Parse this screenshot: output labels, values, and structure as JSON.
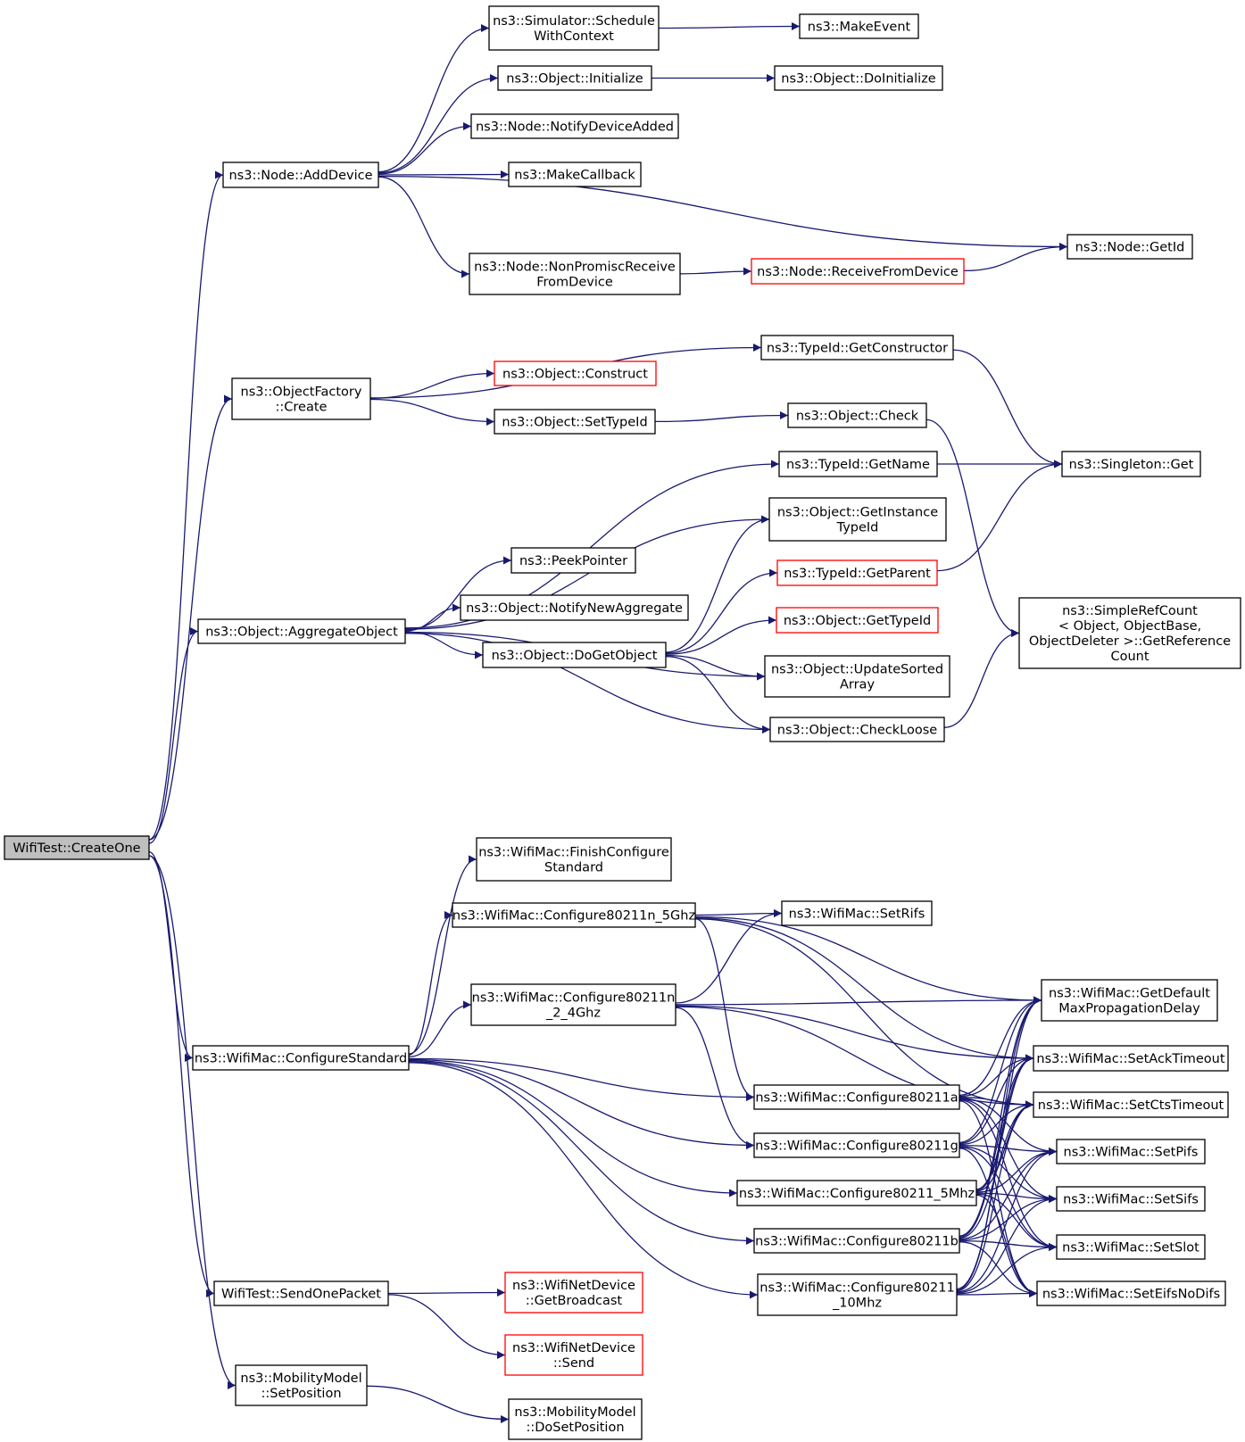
{
  "diagram": {
    "nodes": [
      {
        "id": "root",
        "lines": [
          "WifiTest::CreateOne"
        ],
        "style": "root"
      },
      {
        "id": "addDevice",
        "lines": [
          "ns3::Node::AddDevice"
        ]
      },
      {
        "id": "schedCtx",
        "lines": [
          "ns3::Simulator::Schedule",
          "WithContext"
        ]
      },
      {
        "id": "makeEvent",
        "lines": [
          "ns3::MakeEvent"
        ]
      },
      {
        "id": "objInit",
        "lines": [
          "ns3::Object::Initialize"
        ]
      },
      {
        "id": "objDoInit",
        "lines": [
          "ns3::Object::DoInitialize"
        ]
      },
      {
        "id": "notifyDev",
        "lines": [
          "ns3::Node::NotifyDeviceAdded"
        ]
      },
      {
        "id": "makeCb",
        "lines": [
          "ns3::MakeCallback"
        ]
      },
      {
        "id": "getId",
        "lines": [
          "ns3::Node::GetId"
        ]
      },
      {
        "id": "nonPromisc",
        "lines": [
          "ns3::Node::NonPromiscReceive",
          "FromDevice"
        ]
      },
      {
        "id": "recvFromDev",
        "lines": [
          "ns3::Node::ReceiveFromDevice"
        ],
        "style": "red"
      },
      {
        "id": "ofCreate",
        "lines": [
          "ns3::ObjectFactory",
          "::Create"
        ]
      },
      {
        "id": "getCtor",
        "lines": [
          "ns3::TypeId::GetConstructor"
        ]
      },
      {
        "id": "objConstruct",
        "lines": [
          "ns3::Object::Construct"
        ],
        "style": "red"
      },
      {
        "id": "setTypeId",
        "lines": [
          "ns3::Object::SetTypeId"
        ]
      },
      {
        "id": "objCheck",
        "lines": [
          "ns3::Object::Check"
        ]
      },
      {
        "id": "singletonGet",
        "lines": [
          "ns3::Singleton::Get"
        ]
      },
      {
        "id": "typeGetName",
        "lines": [
          "ns3::TypeId::GetName"
        ]
      },
      {
        "id": "getInstTypeId",
        "lines": [
          "ns3::Object::GetInstance",
          "TypeId"
        ]
      },
      {
        "id": "peekPtr",
        "lines": [
          "ns3::PeekPointer"
        ]
      },
      {
        "id": "typeGetParent",
        "lines": [
          "ns3::TypeId::GetParent"
        ],
        "style": "red"
      },
      {
        "id": "notifyNewAgg",
        "lines": [
          "ns3::Object::NotifyNewAggregate"
        ]
      },
      {
        "id": "aggObj",
        "lines": [
          "ns3::Object::AggregateObject"
        ]
      },
      {
        "id": "objGetTypeId",
        "lines": [
          "ns3::Object::GetTypeId"
        ],
        "style": "red"
      },
      {
        "id": "refCount",
        "lines": [
          "ns3::SimpleRefCount",
          "< Object, ObjectBase,",
          " ObjectDeleter >::GetReference",
          "Count"
        ]
      },
      {
        "id": "doGetObj",
        "lines": [
          "ns3::Object::DoGetObject"
        ]
      },
      {
        "id": "updSorted",
        "lines": [
          "ns3::Object::UpdateSorted",
          "Array"
        ]
      },
      {
        "id": "checkLoose",
        "lines": [
          "ns3::Object::CheckLoose"
        ]
      },
      {
        "id": "finishCfg",
        "lines": [
          "ns3::WifiMac::FinishConfigure",
          "Standard"
        ]
      },
      {
        "id": "cfgN5",
        "lines": [
          "ns3::WifiMac::Configure80211n_5Ghz"
        ]
      },
      {
        "id": "setRifs",
        "lines": [
          "ns3::WifiMac::SetRifs"
        ]
      },
      {
        "id": "cfgN24",
        "lines": [
          "ns3::WifiMac::Configure80211n",
          "_2_4Ghz"
        ]
      },
      {
        "id": "getDefMaxProp",
        "lines": [
          "ns3::WifiMac::GetDefault",
          "MaxPropagationDelay"
        ]
      },
      {
        "id": "cfgStd",
        "lines": [
          "ns3::WifiMac::ConfigureStandard"
        ]
      },
      {
        "id": "setAck",
        "lines": [
          "ns3::WifiMac::SetAckTimeout"
        ]
      },
      {
        "id": "cfgA",
        "lines": [
          "ns3::WifiMac::Configure80211a"
        ]
      },
      {
        "id": "setCts",
        "lines": [
          "ns3::WifiMac::SetCtsTimeout"
        ]
      },
      {
        "id": "cfgG",
        "lines": [
          "ns3::WifiMac::Configure80211g"
        ]
      },
      {
        "id": "setPifs",
        "lines": [
          "ns3::WifiMac::SetPifs"
        ]
      },
      {
        "id": "cfg5M",
        "lines": [
          "ns3::WifiMac::Configure80211_5Mhz"
        ]
      },
      {
        "id": "setSifs",
        "lines": [
          "ns3::WifiMac::SetSifs"
        ]
      },
      {
        "id": "cfgB",
        "lines": [
          "ns3::WifiMac::Configure80211b"
        ]
      },
      {
        "id": "setSlot",
        "lines": [
          "ns3::WifiMac::SetSlot"
        ]
      },
      {
        "id": "cfg10M",
        "lines": [
          "ns3::WifiMac::Configure80211",
          "_10Mhz"
        ]
      },
      {
        "id": "setEifs",
        "lines": [
          "ns3::WifiMac::SetEifsNoDifs"
        ]
      },
      {
        "id": "sendOne",
        "lines": [
          "WifiTest::SendOnePacket"
        ]
      },
      {
        "id": "getBcast",
        "lines": [
          "ns3::WifiNetDevice",
          "::GetBroadcast"
        ],
        "style": "red"
      },
      {
        "id": "wndSend",
        "lines": [
          "ns3::WifiNetDevice",
          "::Send"
        ],
        "style": "red"
      },
      {
        "id": "mmSetPos",
        "lines": [
          "ns3::MobilityModel",
          "::SetPosition"
        ]
      },
      {
        "id": "mmDoSetPos",
        "lines": [
          "ns3::MobilityModel",
          "::DoSetPosition"
        ]
      }
    ],
    "edges": [
      [
        "root",
        "addDevice"
      ],
      [
        "root",
        "ofCreate"
      ],
      [
        "root",
        "aggObj"
      ],
      [
        "root",
        "cfgStd"
      ],
      [
        "root",
        "sendOne"
      ],
      [
        "root",
        "mmSetPos"
      ],
      [
        "addDevice",
        "schedCtx"
      ],
      [
        "addDevice",
        "objInit"
      ],
      [
        "addDevice",
        "notifyDev"
      ],
      [
        "addDevice",
        "makeCb"
      ],
      [
        "addDevice",
        "getId"
      ],
      [
        "addDevice",
        "nonPromisc"
      ],
      [
        "schedCtx",
        "makeEvent"
      ],
      [
        "objInit",
        "objDoInit"
      ],
      [
        "nonPromisc",
        "recvFromDev"
      ],
      [
        "recvFromDev",
        "getId"
      ],
      [
        "ofCreate",
        "getCtor"
      ],
      [
        "ofCreate",
        "objConstruct"
      ],
      [
        "ofCreate",
        "setTypeId"
      ],
      [
        "setTypeId",
        "objCheck"
      ],
      [
        "getCtor",
        "singletonGet"
      ],
      [
        "objCheck",
        "refCount"
      ],
      [
        "typeGetName",
        "singletonGet"
      ],
      [
        "typeGetParent",
        "singletonGet"
      ],
      [
        "aggObj",
        "typeGetName"
      ],
      [
        "aggObj",
        "getInstTypeId"
      ],
      [
        "aggObj",
        "peekPtr"
      ],
      [
        "aggObj",
        "notifyNewAgg"
      ],
      [
        "aggObj",
        "doGetObj"
      ],
      [
        "aggObj",
        "updSorted"
      ],
      [
        "aggObj",
        "checkLoose"
      ],
      [
        "doGetObj",
        "getInstTypeId"
      ],
      [
        "doGetObj",
        "typeGetParent"
      ],
      [
        "doGetObj",
        "objGetTypeId"
      ],
      [
        "doGetObj",
        "updSorted"
      ],
      [
        "doGetObj",
        "checkLoose"
      ],
      [
        "checkLoose",
        "refCount"
      ],
      [
        "cfgStd",
        "finishCfg"
      ],
      [
        "cfgStd",
        "cfgN5"
      ],
      [
        "cfgStd",
        "cfgN24"
      ],
      [
        "cfgStd",
        "cfgA"
      ],
      [
        "cfgStd",
        "cfgG"
      ],
      [
        "cfgStd",
        "cfg5M"
      ],
      [
        "cfgStd",
        "cfgB"
      ],
      [
        "cfgStd",
        "cfg10M"
      ],
      [
        "cfgN5",
        "setRifs"
      ],
      [
        "cfgN5",
        "getDefMaxProp"
      ],
      [
        "cfgN5",
        "setAck"
      ],
      [
        "cfgN5",
        "setCts"
      ],
      [
        "cfgN5",
        "cfgA"
      ],
      [
        "cfgN24",
        "setRifs"
      ],
      [
        "cfgN24",
        "getDefMaxProp"
      ],
      [
        "cfgN24",
        "setAck"
      ],
      [
        "cfgN24",
        "setCts"
      ],
      [
        "cfgN24",
        "cfgG"
      ],
      [
        "cfgA",
        "getDefMaxProp"
      ],
      [
        "cfgA",
        "setAck"
      ],
      [
        "cfgA",
        "setCts"
      ],
      [
        "cfgA",
        "setPifs"
      ],
      [
        "cfgA",
        "setSifs"
      ],
      [
        "cfgA",
        "setSlot"
      ],
      [
        "cfgA",
        "setEifs"
      ],
      [
        "cfgG",
        "getDefMaxProp"
      ],
      [
        "cfgG",
        "setAck"
      ],
      [
        "cfgG",
        "setCts"
      ],
      [
        "cfgG",
        "setPifs"
      ],
      [
        "cfgG",
        "setSifs"
      ],
      [
        "cfgG",
        "setSlot"
      ],
      [
        "cfgG",
        "setEifs"
      ],
      [
        "cfg5M",
        "getDefMaxProp"
      ],
      [
        "cfg5M",
        "setAck"
      ],
      [
        "cfg5M",
        "setCts"
      ],
      [
        "cfg5M",
        "setPifs"
      ],
      [
        "cfg5M",
        "setSifs"
      ],
      [
        "cfg5M",
        "setSlot"
      ],
      [
        "cfg5M",
        "setEifs"
      ],
      [
        "cfgB",
        "getDefMaxProp"
      ],
      [
        "cfgB",
        "setAck"
      ],
      [
        "cfgB",
        "setCts"
      ],
      [
        "cfgB",
        "setPifs"
      ],
      [
        "cfgB",
        "setSifs"
      ],
      [
        "cfgB",
        "setSlot"
      ],
      [
        "cfgB",
        "setEifs"
      ],
      [
        "cfg10M",
        "getDefMaxProp"
      ],
      [
        "cfg10M",
        "setAck"
      ],
      [
        "cfg10M",
        "setCts"
      ],
      [
        "cfg10M",
        "setPifs"
      ],
      [
        "cfg10M",
        "setSifs"
      ],
      [
        "cfg10M",
        "setSlot"
      ],
      [
        "cfg10M",
        "setEifs"
      ],
      [
        "sendOne",
        "getBcast"
      ],
      [
        "sendOne",
        "wndSend"
      ],
      [
        "mmSetPos",
        "mmDoSetPos"
      ]
    ]
  }
}
